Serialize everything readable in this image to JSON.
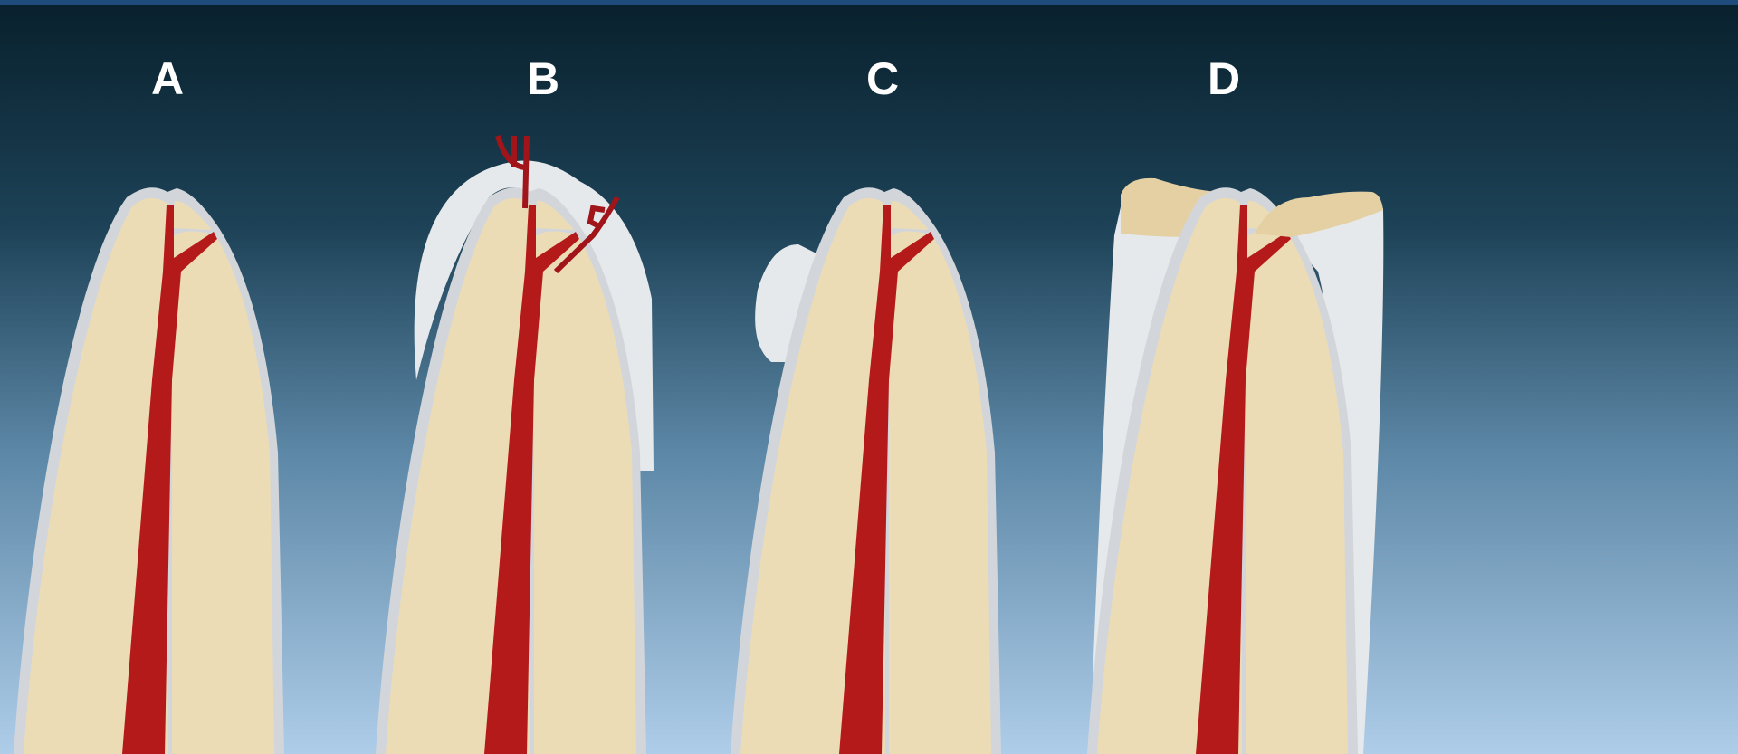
{
  "panels": [
    {
      "label": "A"
    },
    {
      "label": "B"
    },
    {
      "label": "C"
    },
    {
      "label": "D"
    }
  ],
  "colors": {
    "background_top": "#08202c",
    "background_bottom": "#adcbe8",
    "dentin": "#ecdcb6",
    "pulp": "#b51a1a",
    "enamel": "#d9dde0",
    "overgrowth": "#e4d0a2"
  }
}
